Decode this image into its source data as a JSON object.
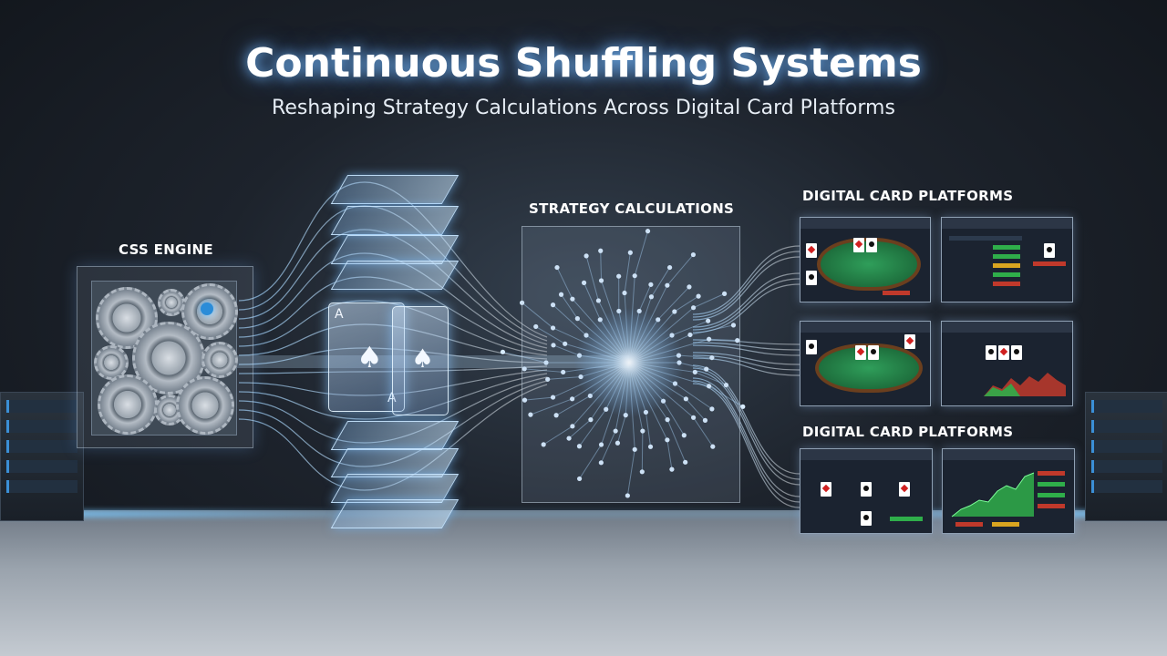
{
  "header": {
    "title": "Continuous Shuffling Systems",
    "subtitle": "Reshaping Strategy Calculations Across Digital Card Platforms"
  },
  "sections": {
    "engine_label": "CSS ENGINE",
    "strategy_label": "STRATEGY CALCULATIONS",
    "platforms_label_top": "DIGITAL CARD PLATFORMS",
    "platforms_label_bottom": "DIGITAL CARD PLATFORMS"
  },
  "colors": {
    "accent_glow": "#78c0ff",
    "felt_green": "#1e6f3d",
    "chart_green": "#2fae4a",
    "chart_red": "#c0392b"
  },
  "icons": [
    "gear-icon",
    "spade-icon",
    "playing-card-icon"
  ]
}
